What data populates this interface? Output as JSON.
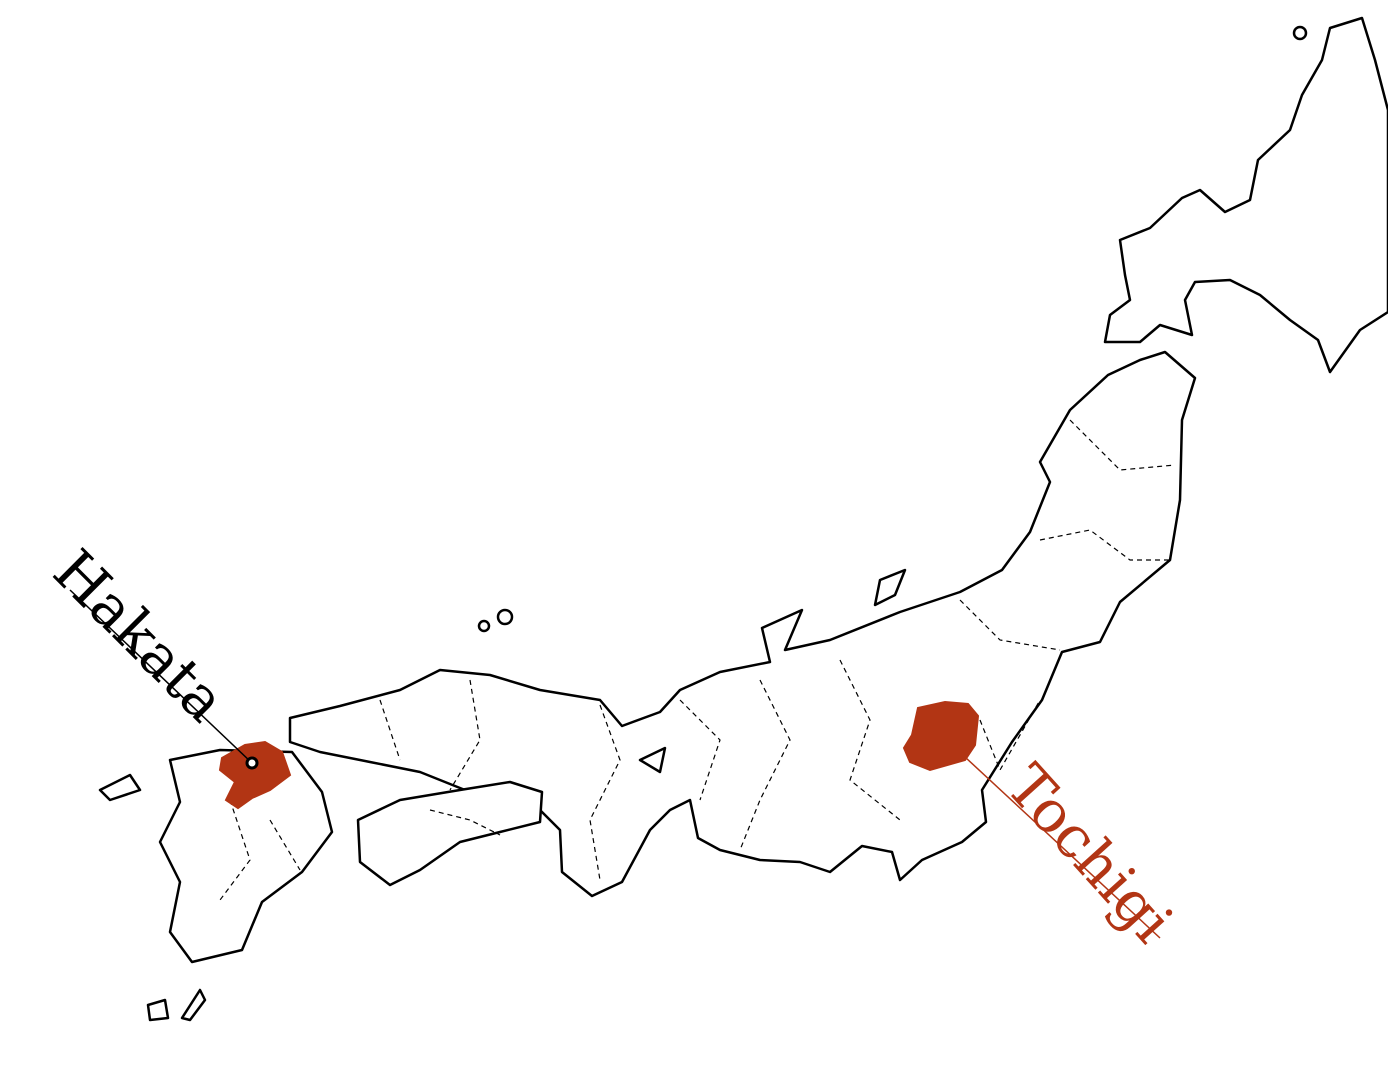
{
  "map": {
    "highlight_color": "#b23514",
    "coast_color": "#000000",
    "labels": [
      {
        "text": "Hakata",
        "color": "#000000",
        "marker": "city-dot"
      },
      {
        "text": "Tochigi",
        "color": "#b23514",
        "marker": "region-fill"
      }
    ]
  }
}
